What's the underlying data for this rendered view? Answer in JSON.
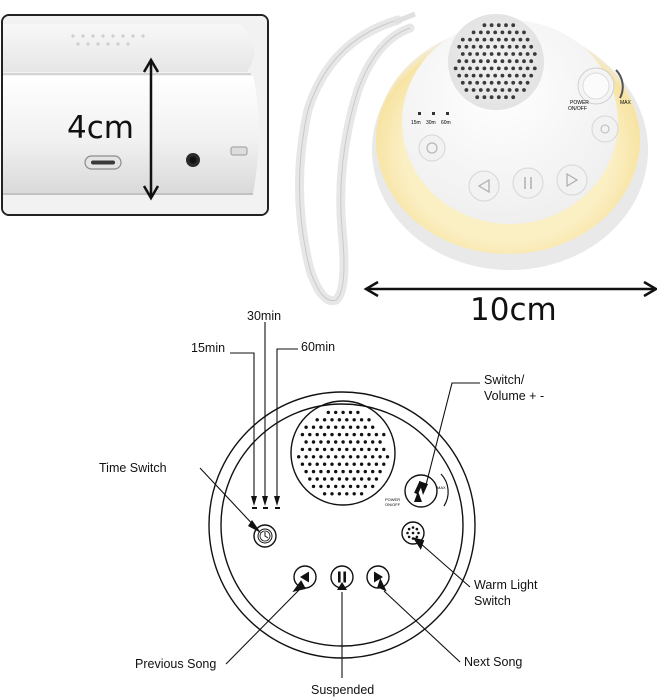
{
  "dimensions": {
    "height_label": "4cm",
    "width_label": "10cm"
  },
  "device_photo": {
    "timer_labels": [
      "15m",
      "30m",
      "60m"
    ],
    "power_label": "POWER ON/OFF",
    "max_label": "MAX"
  },
  "diagram": {
    "timer_options": [
      "15min",
      "30min",
      "60min"
    ],
    "power_label": "POWER ON/OFF",
    "max_label": "MAX",
    "callouts": {
      "switch_volume_line1": "Switch/",
      "switch_volume_line2": "Volume + -",
      "time_switch": "Time Switch",
      "warm_light_line1": "Warm Light",
      "warm_light_line2": "Switch",
      "previous_song": "Previous Song",
      "suspended": "Suspended",
      "next_song": "Next Song"
    }
  },
  "colors": {
    "glow": "#fbefc4",
    "device_white": "#f7f7f7",
    "line": "#111111"
  }
}
